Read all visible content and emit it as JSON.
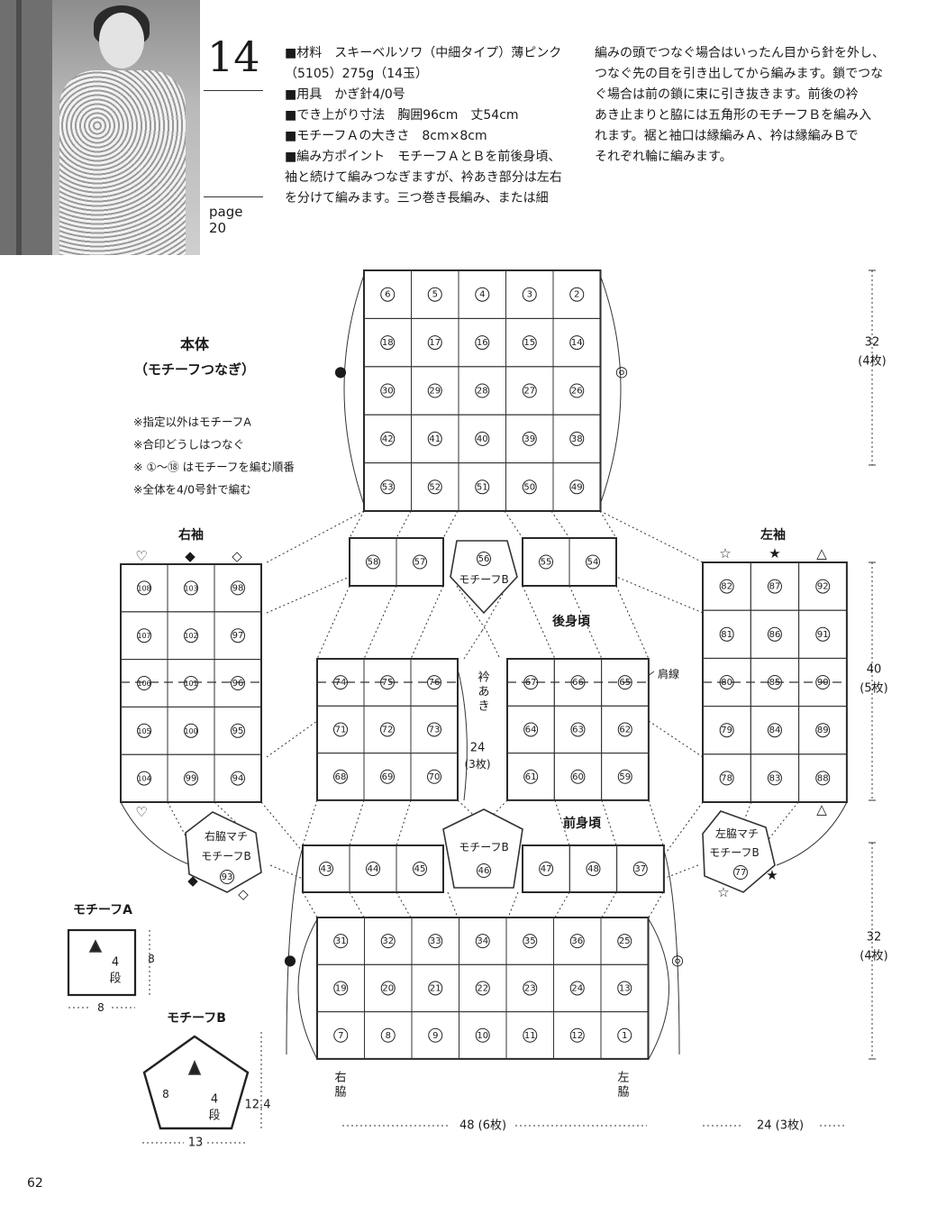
{
  "header": {
    "pattern_number": "14",
    "page_label": "page",
    "page_value": "20",
    "description_left": [
      "■材料　スキーベルソワ（中細タイプ）薄ピンク",
      "（5105）275g（14玉）",
      "■用具　かぎ針4/0号",
      "■でき上がり寸法　胸囲96cm　丈54cm",
      "■モチーフＡの大きさ　8cm×8cm",
      "■編み方ポイント　モチーフＡとＢを前後身頃、",
      "袖と続けて編みつなぎますが、衿あき部分は左右",
      "を分けて編みます。三つ巻き長編み、または細"
    ],
    "description_right": [
      "編みの頭でつなぐ場合はいったん目から針を外し、",
      "つなぐ先の目を引き出してから編みます。鎖でつな",
      "ぐ場合は前の鎖に束に引き抜きます。前後の衿",
      "あき止まりと脇には五角形のモチーフＢを編み入",
      "れます。裾と袖口は縁編みＡ、衿は縁編みＢで",
      "それぞれ輪に編みます。"
    ]
  },
  "diagram": {
    "title": "本体",
    "subtitle": "（モチーフつなぎ）",
    "notes": [
      "※指定以外はモチーフA",
      "※合印どうしはつなぐ",
      "※ ①〜⑱ はモチーフを編む順番",
      "※全体を4/0号針で編む"
    ],
    "labels": {
      "right_sleeve": "右袖",
      "left_sleeve": "左袖",
      "back_body": "後身頃",
      "front_body": "前身頃",
      "shoulder_line": "肩線",
      "neck_opening": "衿あき",
      "neck_size": "24",
      "neck_count": "(3枚)",
      "motif_b": "モチーフB",
      "right_gusset_1": "右脇マチ",
      "right_gusset_2": "モチーフB",
      "left_gusset_1": "左脇マチ",
      "left_gusset_2": "モチーフB",
      "right_side": "右脇",
      "left_side": "左脇"
    },
    "dimensions": {
      "back_height": "32",
      "back_count": "(4枚)",
      "sleeve_height": "40",
      "sleeve_count": "(5枚)",
      "front_height": "32",
      "front_count": "(4枚)",
      "body_width": "48 (6枚)",
      "sleeve_width": "24 (3枚)"
    },
    "marks": {
      "heart": "♡",
      "diamond": "◆",
      "diamond_open": "◇",
      "star_open": "☆",
      "star": "★",
      "triangle": "△",
      "dot": "●",
      "double_circle": "◎"
    },
    "back_grid": [
      [
        "6",
        "5",
        "4",
        "3",
        "2"
      ],
      [
        "18",
        "17",
        "16",
        "15",
        "14"
      ],
      [
        "30",
        "29",
        "28",
        "27",
        "26"
      ],
      [
        "42",
        "41",
        "40",
        "39",
        "38"
      ],
      [
        "53",
        "52",
        "51",
        "50",
        "49"
      ]
    ],
    "back_shoulder_row": [
      "58",
      "57",
      "56",
      "55",
      "54"
    ],
    "right_sleeve_grid": [
      [
        "108",
        "103",
        "98"
      ],
      [
        "107",
        "102",
        "97"
      ],
      [
        "106",
        "101",
        "96"
      ],
      [
        "105",
        "100",
        "95"
      ],
      [
        "104",
        "99",
        "94"
      ]
    ],
    "left_sleeve_grid": [
      [
        "82",
        "87",
        "92"
      ],
      [
        "81",
        "86",
        "91"
      ],
      [
        "80",
        "85",
        "90"
      ],
      [
        "79",
        "84",
        "89"
      ],
      [
        "78",
        "83",
        "88"
      ]
    ],
    "front_right_grid": [
      [
        "74",
        "75",
        "76"
      ],
      [
        "71",
        "72",
        "73"
      ],
      [
        "68",
        "69",
        "70"
      ]
    ],
    "front_left_grid": [
      [
        "67",
        "66",
        "65"
      ],
      [
        "64",
        "63",
        "62"
      ],
      [
        "61",
        "60",
        "59"
      ]
    ],
    "front_shoulder_row": [
      "43",
      "44",
      "45",
      "46",
      "47",
      "48",
      "37"
    ],
    "right_gusset_number": "93",
    "left_gusset_number": "77",
    "front_grid": [
      [
        "31",
        "32",
        "33",
        "34",
        "35",
        "36",
        "25"
      ],
      [
        "19",
        "20",
        "21",
        "22",
        "23",
        "24",
        "13"
      ],
      [
        "7",
        "8",
        "9",
        "10",
        "11",
        "12",
        "1"
      ]
    ]
  },
  "motif_a": {
    "title": "モチーフA",
    "side": "8",
    "width": "8",
    "rows": "4",
    "rows_unit": "段"
  },
  "motif_b": {
    "title": "モチーフB",
    "side": "8",
    "height": "12.4",
    "width": "13",
    "rows": "4",
    "rows_unit": "段"
  },
  "footer": {
    "page_number": "62"
  }
}
